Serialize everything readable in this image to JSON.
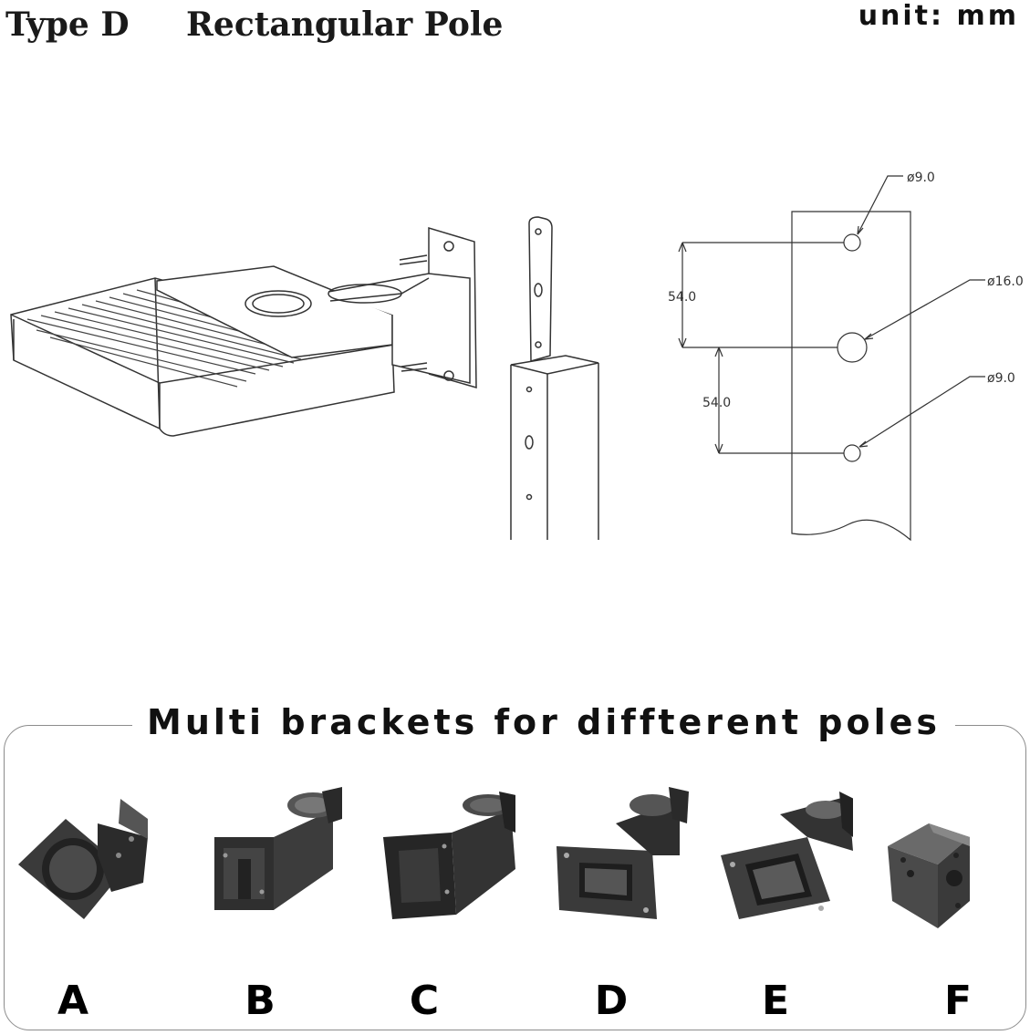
{
  "header": {
    "type_label": "Type D",
    "pole_label": "Rectangular  Pole",
    "unit_label": "unit: mm"
  },
  "dimensions": {
    "hole_top": "ø9.0",
    "hole_mid": "ø16.0",
    "hole_bottom": "ø9.0",
    "spacing_upper": "54.0",
    "spacing_lower": "54.0"
  },
  "brackets_panel": {
    "title": "Multi brackets for diffterent poles",
    "items": [
      {
        "letter": "A"
      },
      {
        "letter": "B"
      },
      {
        "letter": "C"
      },
      {
        "letter": "D"
      },
      {
        "letter": "E"
      },
      {
        "letter": "F"
      }
    ]
  },
  "colors": {
    "line": "#333333",
    "bracket_dark": "#2b2b2b",
    "bracket_mid": "#4a4a4a",
    "bracket_light": "#6e6e6e",
    "panel_border": "#8c8c8c"
  }
}
